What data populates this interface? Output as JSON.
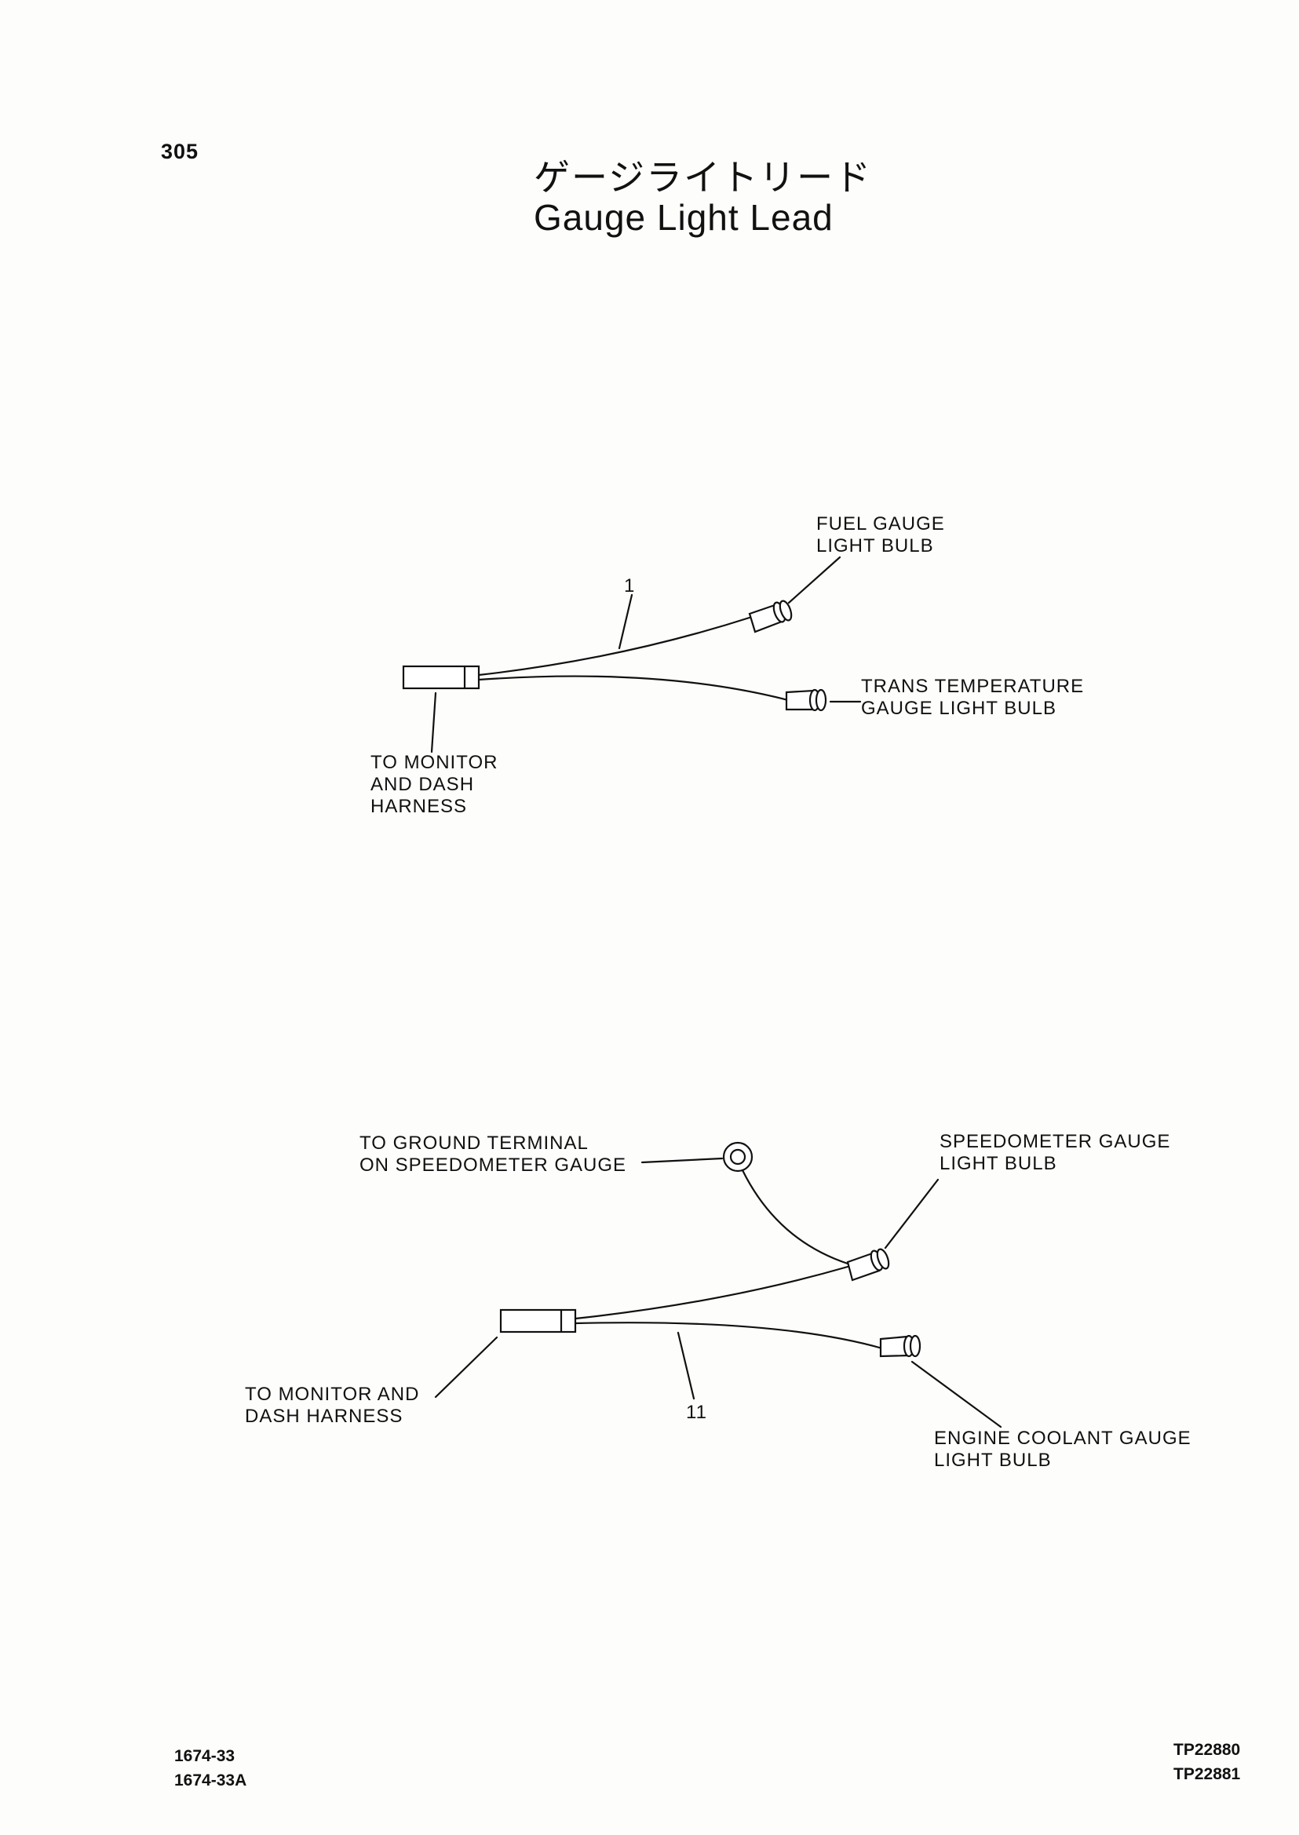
{
  "page_number": "305",
  "title": {
    "japanese": "ゲージライトリード",
    "english": "Gauge Light Lead"
  },
  "figure_1": {
    "callout": "1",
    "labels": {
      "fuel_bulb": [
        "FUEL GAUGE",
        "LIGHT BULB"
      ],
      "trans_bulb": [
        "TRANS TEMPERATURE",
        "GAUGE LIGHT BULB"
      ],
      "harness": [
        "TO MONITOR",
        "AND DASH",
        "HARNESS"
      ]
    }
  },
  "figure_2": {
    "callout": "11",
    "labels": {
      "ground_terminal": [
        "TO GROUND TERMINAL",
        "ON SPEEDOMETER GAUGE"
      ],
      "speedometer_bulb": [
        "SPEEDOMETER GAUGE",
        "LIGHT BULB"
      ],
      "harness": [
        "TO MONITOR AND",
        "DASH HARNESS"
      ],
      "coolant_bulb": [
        "ENGINE COOLANT GAUGE",
        "LIGHT BULB"
      ]
    }
  },
  "footer": {
    "left": [
      "1674-33",
      "1674-33A"
    ],
    "right": [
      "TP22880",
      "TP22881"
    ]
  }
}
